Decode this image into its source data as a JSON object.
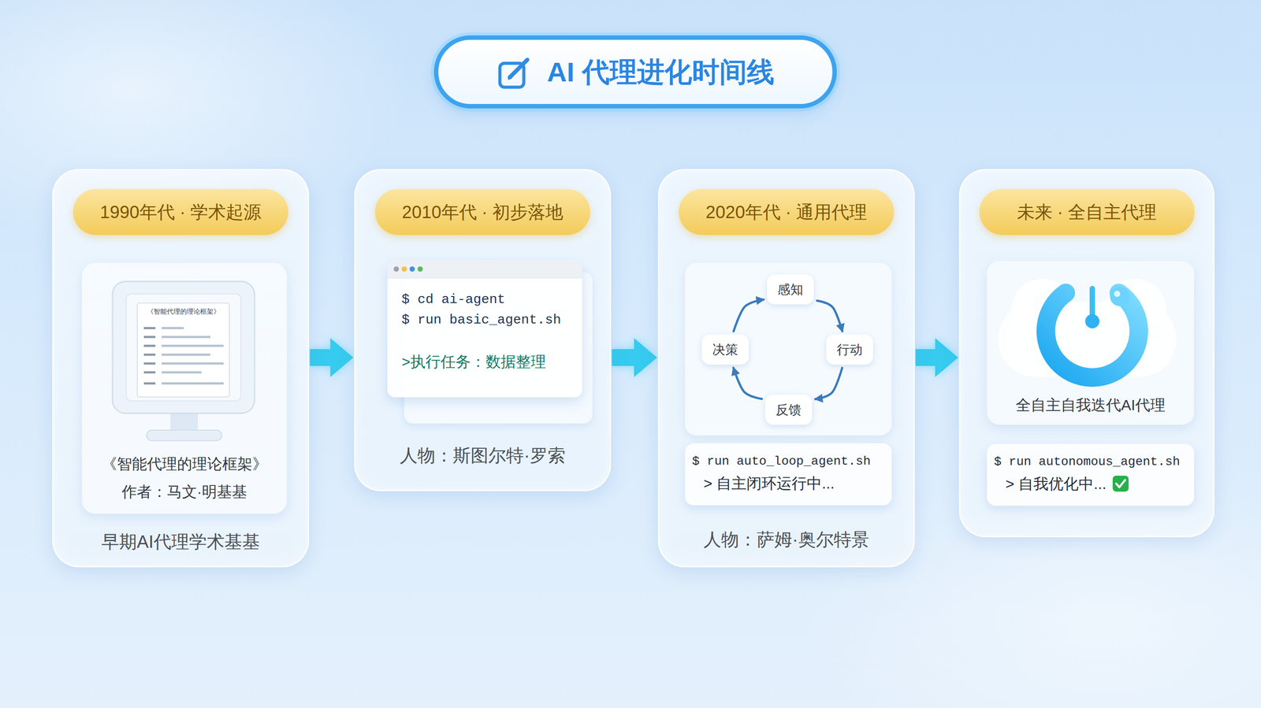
{
  "diagram": {
    "title": "AI 代理进化时间线",
    "nodes": [
      {
        "text": [
          "1990年代 · 学术起源",
          "早期AI代理学术基基"
        ]
      },
      {
        "text": [
          "《智能代理的理论框架》",
          "作者：马文·明基基"
        ],
        "in": 0
      },
      {
        "text": [
          "2010年代 · 初步落地",
          "人物：斯图尔特·罗索"
        ]
      },
      {
        "text": [
          "$ cd ai-agent",
          "$ run basic_agent.sh",
          ">执行任务：数据整理"
        ],
        "in": 2
      },
      {
        "text": [
          "2020年代 · 通用代理",
          "人物：萨姆·奥尔特景"
        ]
      },
      {
        "text": [
          "感知"
        ],
        "in": 4
      },
      {
        "text": [
          "行动"
        ],
        "in": 4
      },
      {
        "text": [
          "反馈"
        ],
        "in": 4
      },
      {
        "text": [
          "决策"
        ],
        "in": 4
      },
      {
        "text": [
          "$ run auto_loop_agent.sh",
          "> 自主闭环运行中..."
        ],
        "in": 4
      },
      {
        "text": [
          "未来 · 全自主代理"
        ]
      },
      {
        "text": [
          "全自主自我迭代AI代理"
        ],
        "in": 10
      },
      {
        "text": [
          "$ run autonomous_agent.sh",
          "> 自我优化中..."
        ],
        "in": 10
      }
    ],
    "edges": [
      {
        "from": 0,
        "to": 2,
        "arrow": "to"
      },
      {
        "from": 2,
        "to": 4,
        "arrow": "to"
      },
      {
        "from": 4,
        "to": 10,
        "arrow": "to"
      },
      {
        "from": 5,
        "to": 6,
        "arrow": "to"
      },
      {
        "from": 6,
        "to": 7,
        "arrow": "to"
      },
      {
        "from": 7,
        "to": 8,
        "arrow": "to"
      },
      {
        "from": 8,
        "to": 5,
        "arrow": "to"
      }
    ],
    "labels": [
      "《智能代理的理论框架》"
    ]
  }
}
